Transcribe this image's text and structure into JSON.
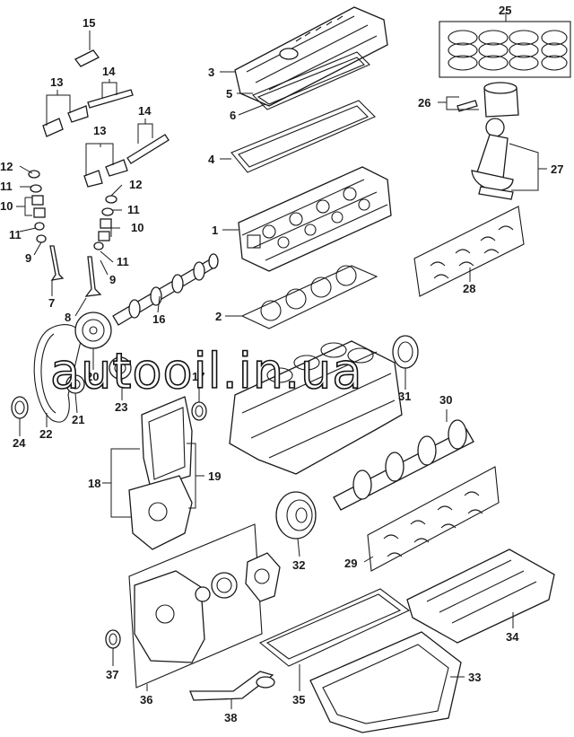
{
  "watermark": "autooil.in.ua",
  "callouts": {
    "c1": "1",
    "c2": "2",
    "c3": "3",
    "c4": "4",
    "c5": "5",
    "c6": "6",
    "c7": "7",
    "c8": "8",
    "c9a": "9",
    "c9b": "9",
    "c10a": "10",
    "c10b": "10",
    "c11a": "11",
    "c11b": "11",
    "c11c": "11",
    "c11d": "11",
    "c12a": "12",
    "c12b": "12",
    "c13a": "13",
    "c13b": "13",
    "c14a": "14",
    "c14b": "14",
    "c15": "15",
    "c16": "16",
    "c17": "17",
    "c18": "18",
    "c19": "19",
    "c20": "20",
    "c21": "21",
    "c22": "22",
    "c23": "23",
    "c24": "24",
    "c25": "25",
    "c26": "26",
    "c27": "27",
    "c28": "28",
    "c29": "29",
    "c30": "30",
    "c31": "31",
    "c32": "32",
    "c33": "33",
    "c34": "34",
    "c35": "35",
    "c36": "36",
    "c37": "37",
    "c38": "38"
  }
}
